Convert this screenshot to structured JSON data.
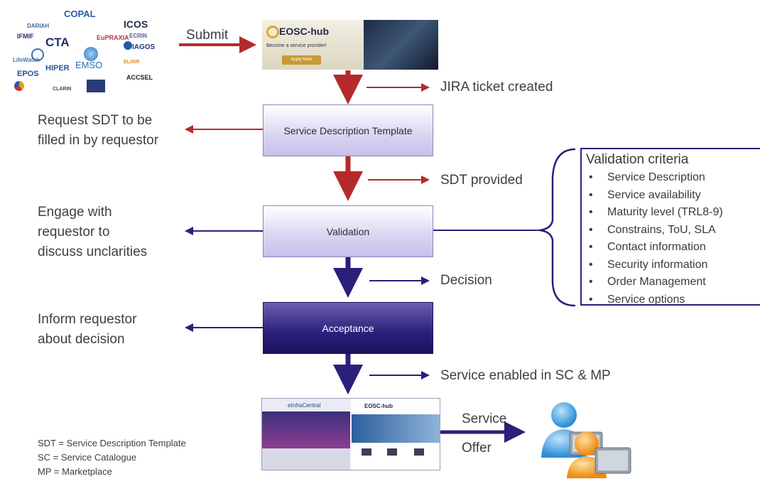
{
  "flow": {
    "submit": "Submit",
    "jira": "JIRA ticket created",
    "request_sdt": [
      "Request SDT to be",
      "filled in by requestor"
    ],
    "sdt_box": "Service Description Template",
    "sdt_provided": "SDT provided",
    "engage": [
      "Engage with",
      "requestor  to",
      "discuss unclarities"
    ],
    "validation_box": "Validation",
    "decision": "Decision",
    "inform": [
      "Inform requestor",
      "about decision"
    ],
    "acceptance_box": "Acceptance",
    "service_enabled": "Service enabled in SC & MP",
    "service_offer": [
      "Service",
      "Offer"
    ]
  },
  "criteria": {
    "title": "Validation criteria",
    "items": [
      "Service Description",
      "Service availability",
      "Maturity level (TRL8-9)",
      "Constrains, ToU, SLA",
      "Contact information",
      "Security information",
      "Order Management",
      "Service options"
    ]
  },
  "legend": [
    "SDT = Service Description Template",
    "SC = Service Catalogue",
    "MP = Marketplace"
  ],
  "banner": {
    "brand": "EOSC-hub",
    "tagline": "Become a service provider!",
    "apply": "Apply Now!"
  },
  "logos": [
    "COPAL",
    "CTA",
    "EuPRAXIA",
    "IFMIF",
    "ICOS",
    "DARIAH",
    "ECRIN",
    "IAGOS",
    "LifeWatch",
    "HIPER",
    "EPOS",
    "EMSO",
    "ELIXIR",
    "CLARIN",
    "ACCSEL"
  ],
  "screenshot": {
    "left_title": "eInfraCentral",
    "right_title": "EOSC-hub"
  },
  "colors": {
    "red_arrow": "#b52a2a",
    "navy_arrow": "#2a1f7a",
    "bracket": "#2a2176"
  }
}
